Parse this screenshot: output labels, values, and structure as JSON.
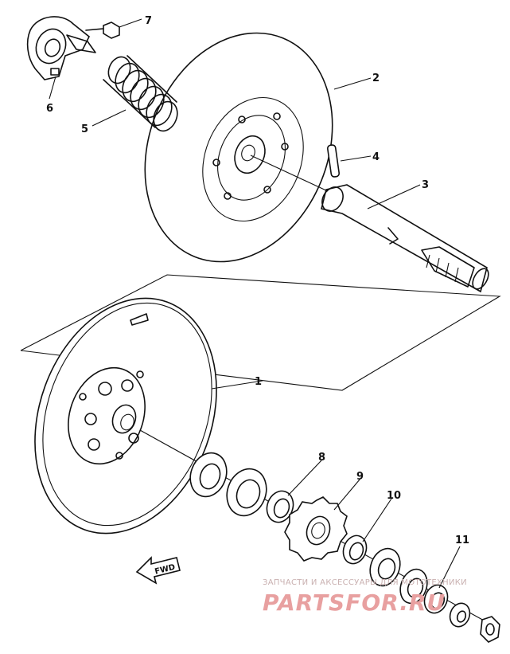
{
  "callouts": {
    "c1": "1",
    "c2": "2",
    "c3": "3",
    "c4": "4",
    "c5": "5",
    "c6": "6",
    "c7": "7",
    "c8": "8",
    "c9": "9",
    "c10": "10",
    "c11": "11"
  },
  "direction_label": "FWD",
  "watermark": {
    "top_text": "ЗАПЧАСТИ И АКСЕССУАРЫ ДЛЯ МОТОТЕХНИКИ",
    "brand": "PARTSFOR.RU",
    "color": "#e8a0a0"
  }
}
